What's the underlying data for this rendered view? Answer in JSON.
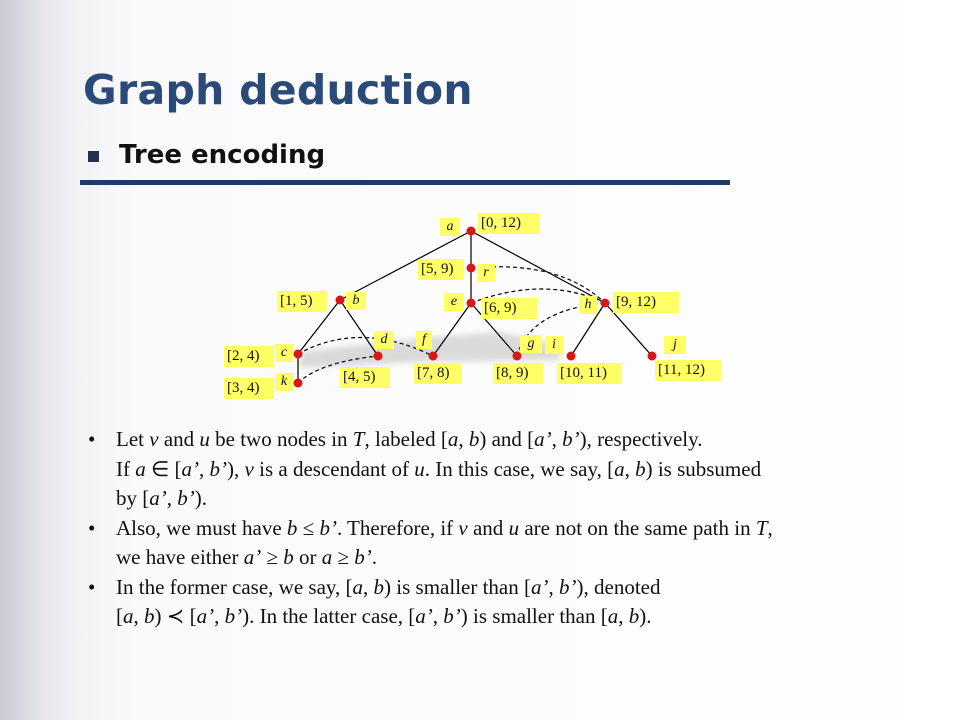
{
  "title": "Graph deduction",
  "subtitle": "Tree encoding",
  "tree": {
    "intervals": {
      "a": "[0, 12)",
      "r": "[5, 9)",
      "b": "[1, 5)",
      "e": "[6, 9)",
      "h": "[9, 12)",
      "c": "[2, 4)",
      "k": "[3, 4)",
      "d": "[4, 5)",
      "f": "[7, 8)",
      "g": "[8, 9)",
      "i": "[10, 11)",
      "j": "[11, 12)"
    },
    "node_names": {
      "a": "a",
      "r": "r",
      "b": "b",
      "e": "e",
      "h": "h",
      "c": "c",
      "k": "k",
      "d": "d",
      "f": "f",
      "g": "g",
      "i": "i",
      "j": "j"
    },
    "colors": {
      "node": "#d81818",
      "label_bg": "#ffff66",
      "edge": "#000000"
    }
  },
  "body": {
    "bullet": "•",
    "p1": {
      "s1": "Let ",
      "s2": "v",
      "s3": " and ",
      "s4": "u",
      "s5": " be two nodes in ",
      "s6": "T",
      "s7": ", labeled [",
      "s8": "a",
      "s9": ", ",
      "s10": "b",
      "s11": ") and [",
      "s12": "a’",
      "s13": ", ",
      "s14": "b’",
      "s15": "), respectively.",
      "s16": "If ",
      "s17": "a",
      "s18": " ∈ [",
      "s19": "a’",
      "s20": ", ",
      "s21": "b’",
      "s22": "), ",
      "s23": "v",
      "s24": " is a descendant of ",
      "s25": "u",
      "s26": ". In this case, we say, [",
      "s27": "a",
      "s28": ", ",
      "s29": "b",
      "s30": ") is subsumed",
      "s31": "by [",
      "s32": "a’",
      "s33": ", ",
      "s34": "b’",
      "s35": ")."
    },
    "p2": {
      "s1": "Also, we must have ",
      "s2": "b",
      "s3": " ≤ ",
      "s4": "b’",
      "s5": ". Therefore, if ",
      "s6": "v",
      "s7": " and ",
      "s8": "u",
      "s9": " are not on the same path in ",
      "s10": "T",
      "s11": ",",
      "s12": "we have either ",
      "s13": "a’",
      "s14": " ≥ ",
      "s15": "b",
      "s16": " or ",
      "s17": "a",
      "s18": " ≥ ",
      "s19": "b’",
      "s20": "."
    },
    "p3": {
      "s1": "In the former case, we say, [",
      "s2": "a",
      "s3": ", ",
      "s4": "b",
      "s5": ") is smaller than [",
      "s6": "a’",
      "s7": ", ",
      "s8": "b’",
      "s9": "), denoted",
      "s10": "[",
      "s11": "a",
      "s12": ", ",
      "s13": "b",
      "s14": ")  ≺ [",
      "s15": "a’",
      "s16": ", ",
      "s17": "b’",
      "s18": "). In the latter case, [",
      "s19": "a’",
      "s20": ", ",
      "s21": "b’",
      "s22": ") is smaller than [",
      "s23": "a",
      "s24": ", ",
      "s25": "b",
      "s26": ")."
    }
  }
}
